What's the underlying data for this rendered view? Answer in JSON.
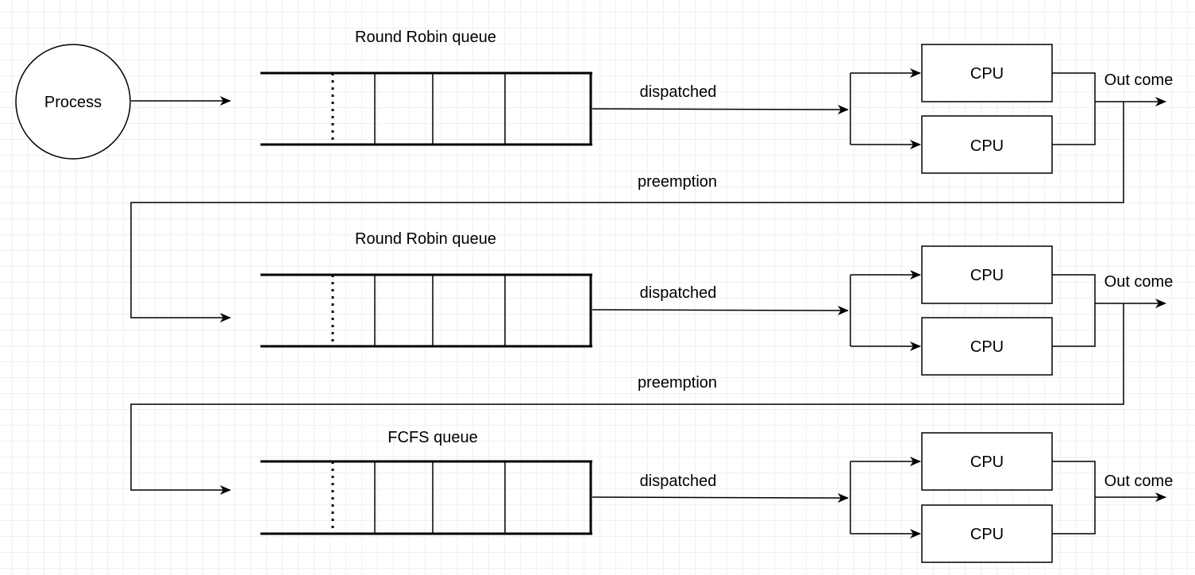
{
  "process_label": "Process",
  "stages": [
    {
      "queue_label": "Round Robin queue",
      "dispatch_label": "dispatched",
      "cpu_labels": [
        "CPU",
        "CPU"
      ],
      "outcome_label": "Out come",
      "preemption_label": "preemption"
    },
    {
      "queue_label": "Round Robin queue",
      "dispatch_label": "dispatched",
      "cpu_labels": [
        "CPU",
        "CPU"
      ],
      "outcome_label": "Out come",
      "preemption_label": "preemption"
    },
    {
      "queue_label": "FCFS queue",
      "dispatch_label": "dispatched",
      "cpu_labels": [
        "CPU",
        "CPU"
      ],
      "outcome_label": "Out come"
    }
  ]
}
